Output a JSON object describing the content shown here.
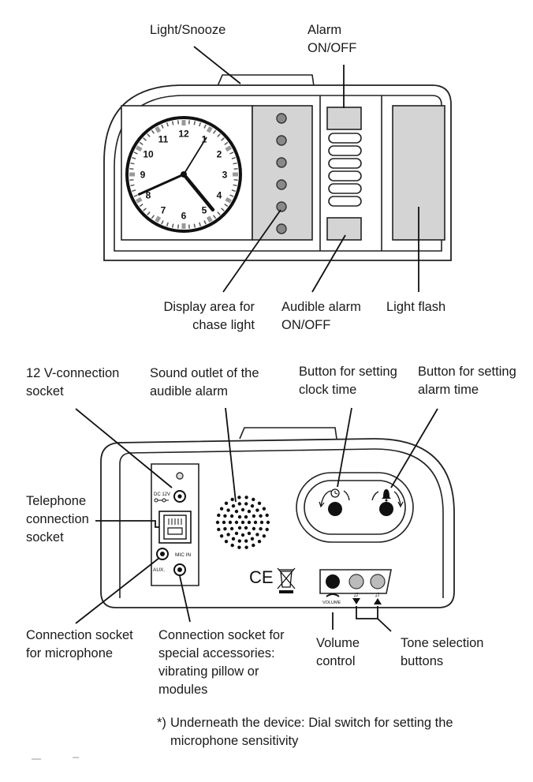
{
  "front_view": {
    "labels": {
      "light_snooze": "Light/Snooze",
      "alarm_onoff_line1": "Alarm",
      "alarm_onoff_line2": "ON/OFF",
      "display_area_line1": "Display area for",
      "display_area_line2": "chase light",
      "audible_alarm_line1": "Audible alarm",
      "audible_alarm_line2": "ON/OFF",
      "light_flash": "Light flash"
    },
    "clock": {
      "numerals": [
        "12",
        "1",
        "2",
        "3",
        "4",
        "5",
        "6",
        "7",
        "8",
        "9",
        "10",
        "11"
      ],
      "time_shown": "4:41"
    },
    "chase_light_count": 6
  },
  "back_view": {
    "labels": {
      "connection_12v_line1": "12 V-connection",
      "connection_12v_line2": "socket",
      "sound_outlet_line1": "Sound outlet of the",
      "sound_outlet_line2": "audible alarm",
      "set_clock_line1": "Button for setting",
      "set_clock_line2": "clock time",
      "set_alarm_line1": "Button for setting",
      "set_alarm_line2": "alarm time",
      "telephone_line1": "Telephone",
      "telephone_line2": "connection",
      "telephone_line3": "socket",
      "microphone_line1": "Connection socket",
      "microphone_line2": "for microphone",
      "accessories_line1": "Connection socket for",
      "accessories_line2": "special accessories:",
      "accessories_line3": "vibrating pillow or",
      "accessories_line4": "modules",
      "volume_line1": "Volume",
      "volume_line2": "control",
      "tone_line1": "Tone selection",
      "tone_line2": "buttons"
    },
    "panel_text": {
      "dc": "DC 12V",
      "mic_in": "MIC IN",
      "aux": "AUX.",
      "volume": "VOLUME",
      "ce": "CE"
    }
  },
  "footnote": {
    "marker": "*)",
    "line1": "Underneath the device: Dial switch for setting the",
    "line2": "microphone sensitivity"
  }
}
